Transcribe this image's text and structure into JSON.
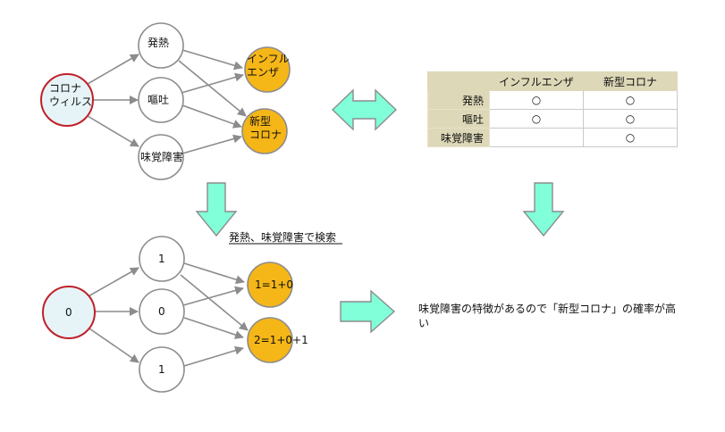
{
  "top_graph": {
    "source": "コロナ\nウィルス",
    "symptoms": [
      "発熱",
      "嘔吐",
      "味覚障害"
    ],
    "diseases": [
      "インフル\nエンザ",
      "新型\nコロナ"
    ]
  },
  "search_caption": "発熱、味覚障害で検索",
  "bottom_graph": {
    "source": "0",
    "symptoms": [
      "1",
      "0",
      "1"
    ],
    "diseases": [
      "1=1+0",
      "2=1+0+1"
    ]
  },
  "matrix": {
    "columns": [
      "",
      "インフルエンザ",
      "新型コロナ"
    ],
    "rows": [
      {
        "label": "発熱",
        "cells": [
          "○",
          "○"
        ]
      },
      {
        "label": "嘔吐",
        "cells": [
          "○",
          "○"
        ]
      },
      {
        "label": "味覚障害",
        "cells": [
          "",
          "○"
        ]
      }
    ]
  },
  "conclusion": "味覚障害の特徴があるので「新型コロナ」の確率が高い",
  "colors": {
    "source_stroke": "#c0202a",
    "source_fill": "#e6f4f7",
    "disease_fill": "#f5b617",
    "arrow": "#80ffd8",
    "edge": "#8c8c8c"
  }
}
